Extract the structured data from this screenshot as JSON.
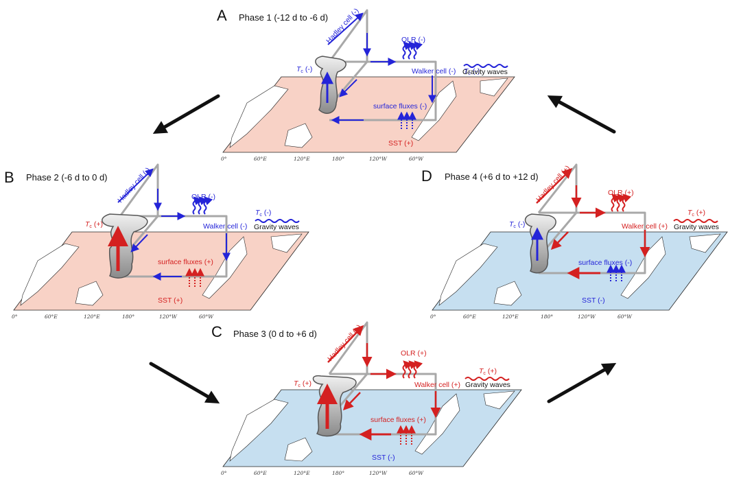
{
  "panels": {
    "A": {
      "letter": "A",
      "title": "Phase 1 (-12 d to -6 d)",
      "tc_label": "T",
      "tc_sub": "c",
      "tc_sign": " (-)",
      "hadley": "Hadley cell (-)",
      "olr": "OLR (-)",
      "walker": "Walker cell (-)",
      "tc_gw": "T",
      "tc_gw_sub": "c",
      "tc_gw_sign": " (-)",
      "gravity": "Gravity waves",
      "fluxes": "surface fluxes (-)",
      "sst": "SST (+)"
    },
    "B": {
      "letter": "B",
      "title": "Phase 2 (-6 d to 0 d)",
      "tc_label": "T",
      "tc_sub": "c",
      "tc_sign": " (+)",
      "hadley": "Hadley cell (-)",
      "olr": "OLR (-)",
      "walker": "Walker cell (-)",
      "tc_gw": "T",
      "tc_gw_sub": "c",
      "tc_gw_sign": " (-)",
      "gravity": "Gravity waves",
      "fluxes": "surface fluxes (+)",
      "sst": "SST (+)"
    },
    "C": {
      "letter": "C",
      "title": "Phase 3 (0 d to +6 d)",
      "tc_label": "T",
      "tc_sub": "c",
      "tc_sign": " (+)",
      "hadley": "Hadley cell (+)",
      "olr": "OLR (+)",
      "walker": "Walker cell (+)",
      "tc_gw": "T",
      "tc_gw_sub": "c",
      "tc_gw_sign": " (+)",
      "gravity": "Gravity waves",
      "fluxes": "surface fluxes (+)",
      "sst": "SST (-)"
    },
    "D": {
      "letter": "D",
      "title": "Phase 4 (+6 d to +12 d)",
      "tc_label": "T",
      "tc_sub": "c",
      "tc_sign": " (-)",
      "hadley": "Hadley cell (+)",
      "olr": "OLR (+)",
      "walker": "Walker cell (+)",
      "tc_gw": "T",
      "tc_gw_sub": "c",
      "tc_gw_sign": " (+)",
      "gravity": "Gravity waves",
      "fluxes": "surface fluxes (-)",
      "sst": "SST (-)"
    }
  },
  "longitude_ticks": [
    "0°",
    "60°E",
    "120°E",
    "180°",
    "120°W",
    "60°W"
  ],
  "colors": {
    "warm_map": "#f8d2c6",
    "cool_map": "#c6dff0",
    "blue": "#2424d8",
    "red": "#d42020",
    "circulation_gray": "#a8a8a8"
  }
}
